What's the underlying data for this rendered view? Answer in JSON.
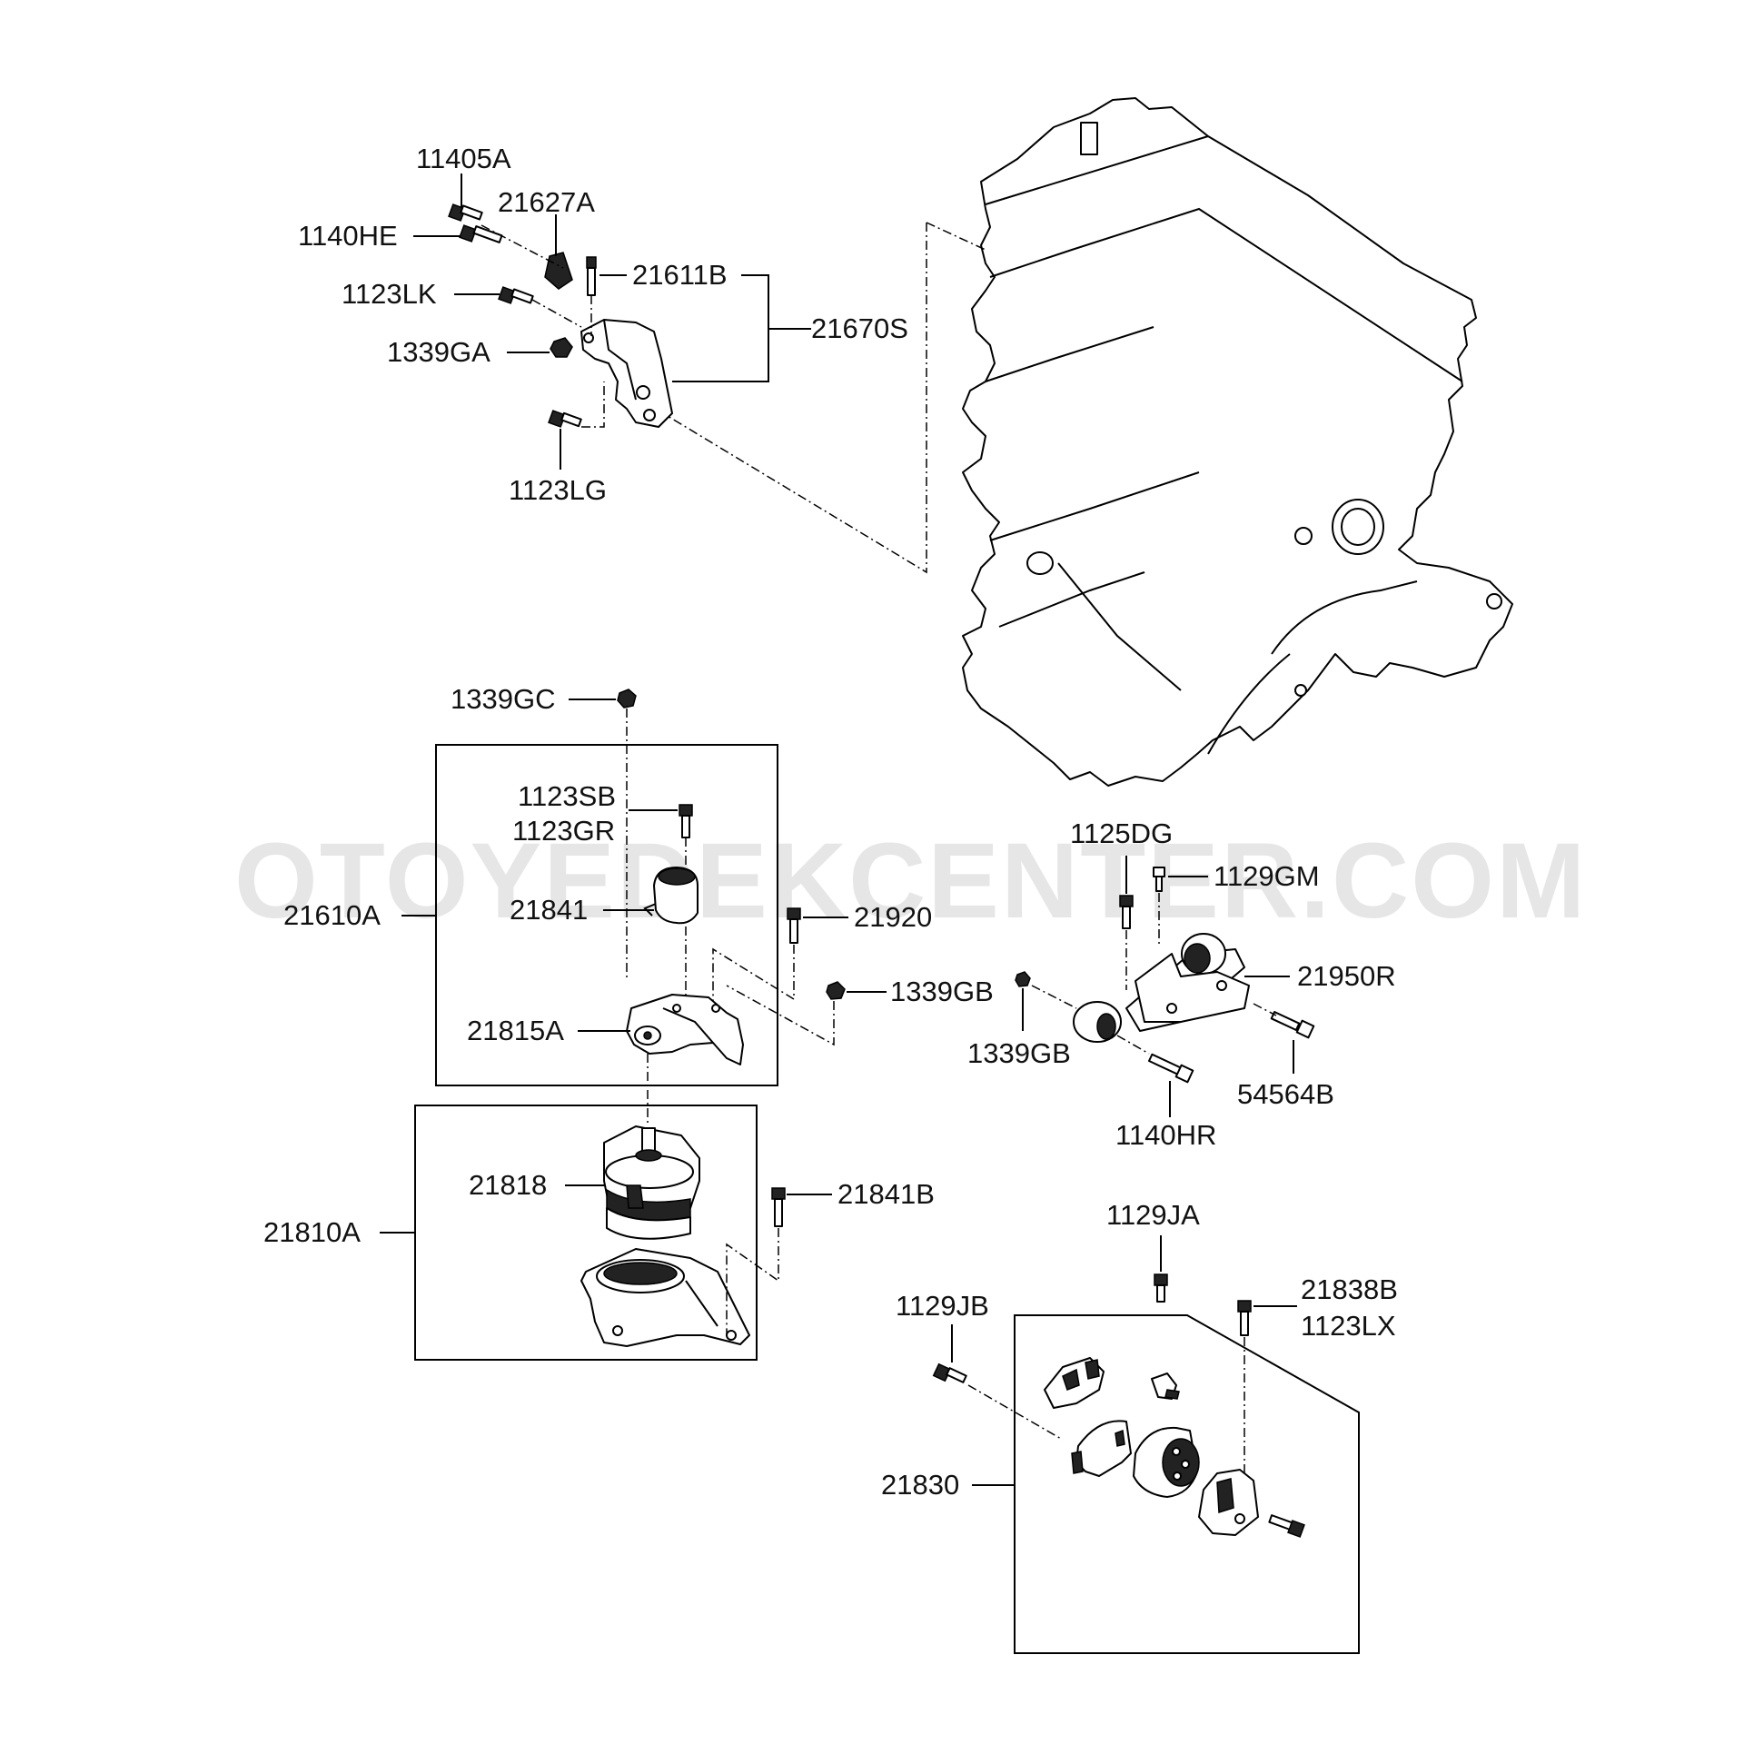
{
  "watermark": "OTOYEDEKCENTER.COM",
  "labels": {
    "p11405A": "11405A",
    "p21627A": "21627A",
    "p1140HE": "1140HE",
    "p21611B": "21611B",
    "p1123LK": "1123LK",
    "p21670S": "21670S",
    "p1339GA": "1339GA",
    "p1123LG": "1123LG",
    "p1339GC": "1339GC",
    "p1123SB": "1123SB",
    "p1123GR": "1123GR",
    "p21841": "21841",
    "p21610A": "21610A",
    "p21920": "21920",
    "p1339GB_a": "1339GB",
    "p21815A": "21815A",
    "p21818": "21818",
    "p21810A": "21810A",
    "p21841B": "21841B",
    "p1125DG": "1125DG",
    "p1129GM": "1129GM",
    "p21950R": "21950R",
    "p1339GB_b": "1339GB",
    "p54564B": "54564B",
    "p1140HR": "1140HR",
    "p1129JA": "1129JA",
    "p1129JB": "1129JB",
    "p21838B": "21838B",
    "p1123LX": "1123LX",
    "p21830": "21830"
  }
}
